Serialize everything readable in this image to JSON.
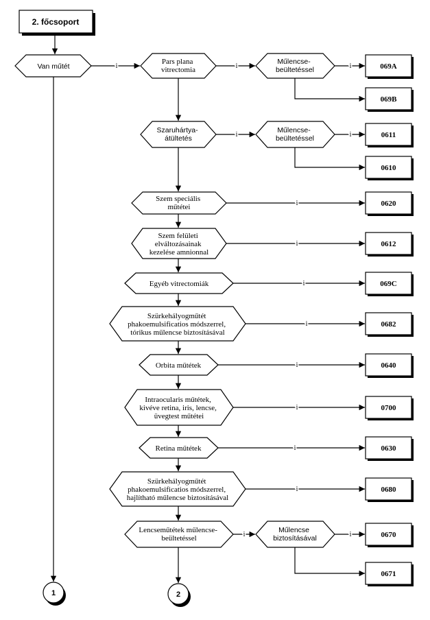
{
  "diagram": {
    "header": "2. főcsoport",
    "edge_label": "i",
    "nodes": {
      "van_mutet": [
        "Van műtét"
      ],
      "pars_plana": [
        "Pars plana",
        "vitrectomia"
      ],
      "mulencse_beultetessel_1": [
        "Műlencse-",
        "beültetéssel"
      ],
      "szaruhartya": [
        "Szaruhártya-",
        "átültetés"
      ],
      "mulencse_beultetessel_2": [
        "Műlencse-",
        "beültetéssel"
      ],
      "szem_specialis": [
        "Szem speciális",
        "műtétei"
      ],
      "szem_feluleti": [
        "Szem felületi",
        "elváltozásainak",
        "kezelése amnionnal"
      ],
      "egyeb_vitrectomiak": [
        "Egyéb vitrectomiák"
      ],
      "szurkehalyog_torikus": [
        "Szürkehályogműtét",
        "phakoemulsificatios módszerrel,",
        "tórikus műlencse biztosításával"
      ],
      "orbita": [
        "Orbita műtétek"
      ],
      "intraocularis": [
        "Intraocularis műtétek,",
        "kivéve retina, iris, lencse,",
        "üvegtest műtétei"
      ],
      "retina": [
        "Retina műtétek"
      ],
      "szurkehalyog_hajlithato": [
        "Szürkehályogműtét",
        "phakoemulsificatios módszerrel,",
        "hajlítható műlencse biztosításával"
      ],
      "lencsemutetek": [
        "Lencseműtétek műlencse-",
        "beültetéssel"
      ],
      "mulencse_biztositasaval": [
        "Műlencse",
        "biztosításával"
      ]
    },
    "codes": [
      "069A",
      "069B",
      "0611",
      "0610",
      "0620",
      "0612",
      "069C",
      "0682",
      "0640",
      "0700",
      "0630",
      "0680",
      "0670",
      "0671"
    ],
    "connectors": [
      "1",
      "2"
    ]
  }
}
